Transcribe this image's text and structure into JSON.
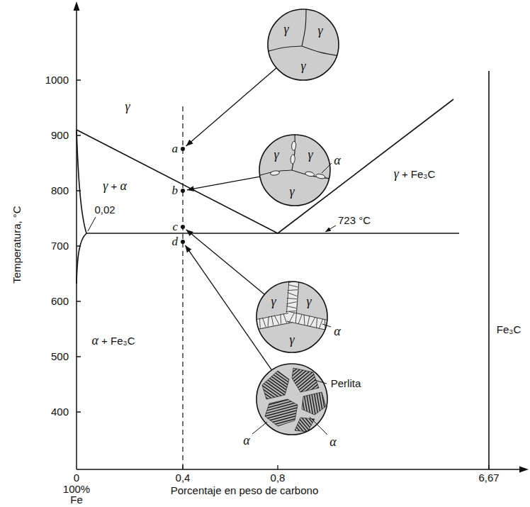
{
  "diagram": {
    "nodes": [
      {
        "text": [
          "γ",
          "γ",
          "γ"
        ]
      },
      {
        "text": [
          "a"
        ]
      },
      {
        "text": [
          "γ",
          "γ",
          "γ",
          "α"
        ]
      },
      {
        "text": [
          "b"
        ]
      },
      {
        "text": [
          "c"
        ]
      },
      {
        "text": [
          "d"
        ]
      },
      {
        "text": [
          "γ",
          "γ",
          "γ",
          "α"
        ]
      },
      {
        "text": [
          "Perlita",
          "α",
          "α"
        ]
      }
    ],
    "edges": [
      {
        "from": 0,
        "to": 1,
        "arrow": "to"
      },
      {
        "from": 2,
        "to": 3,
        "arrow": "to"
      },
      {
        "from": 6,
        "to": 4,
        "arrow": "to"
      },
      {
        "from": 7,
        "to": 5,
        "arrow": "to"
      }
    ],
    "labels": [
      "1000",
      "900",
      "800",
      "700",
      "600",
      "500",
      "400",
      "Temperatura, °C",
      "0",
      "0,4",
      "0,8",
      "6,67",
      "100%",
      "Fe",
      "Porcentaje en peso de carbono",
      "γ",
      "γ + α",
      "α + Fe₃C",
      "γ + Fe₃C",
      "Fe₃C",
      "0,02",
      "723 °C"
    ]
  }
}
